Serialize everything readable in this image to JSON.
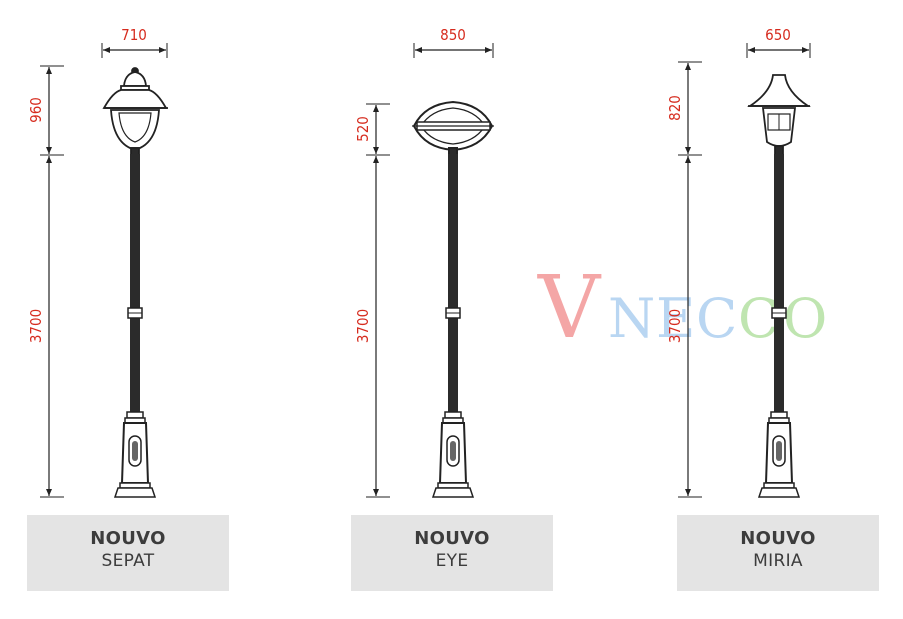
{
  "products": [
    {
      "brand": "NOUVO",
      "model": "SEPAT",
      "width_mm": "710",
      "head_height_mm": "960",
      "pole_height_mm": "3700"
    },
    {
      "brand": "NOUVO",
      "model": "EYE",
      "width_mm": "850",
      "head_height_mm": "520",
      "pole_height_mm": "3700"
    },
    {
      "brand": "NOUVO",
      "model": "MIRIA",
      "width_mm": "650",
      "head_height_mm": "820",
      "pole_height_mm": "3700"
    }
  ],
  "watermark": {
    "letters": [
      "V",
      "N",
      "E",
      "C",
      "C",
      "O"
    ],
    "colors": [
      "#f4a6a6",
      "#b9d6f2",
      "#b9d6f2",
      "#b9d6f2",
      "#bfe5b0",
      "#bfe5b0"
    ]
  },
  "colors": {
    "dimension": "#d62b1e",
    "drawing": "#222222",
    "caption_bg": "#e4e4e4"
  }
}
